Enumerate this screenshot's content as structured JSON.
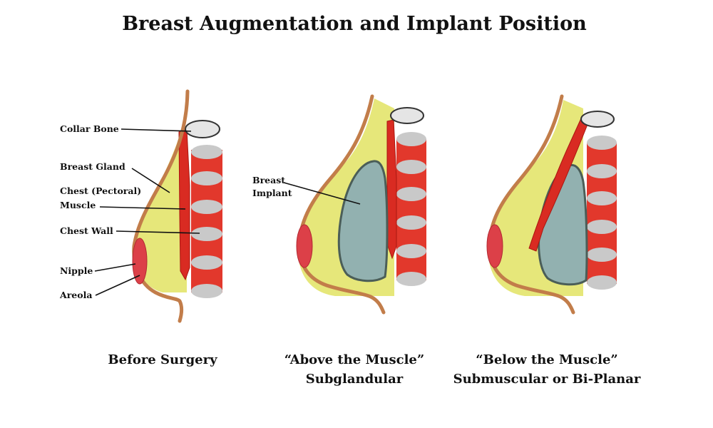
{
  "title": "Breast Augmentation and Implant Position",
  "labels": {
    "collar_bone": "Collar Bone",
    "breast_gland": "Breast Gland",
    "chest_muscle_line1": "Chest (Pectoral)",
    "chest_muscle_line2": "Muscle",
    "chest_wall": "Chest Wall",
    "nipple": "Nipple",
    "areola": "Areola",
    "breast_implant_line1": "Breast",
    "breast_implant_line2": "Implant"
  },
  "captions": {
    "before": "Before Surgery",
    "above_line1": "“Above the Muscle”",
    "above_line2": "Subglandular",
    "below_line1": "“Below the Muscle”",
    "below_line2": "Submuscular or Bi-Planar"
  },
  "colors": {
    "skin": "#c27d4a",
    "gland": "#e6e77a",
    "muscle": "#d92b22",
    "rib_gray": "#c9c9c9",
    "implant": "#92b1b0",
    "nipple": "#dc4048"
  }
}
